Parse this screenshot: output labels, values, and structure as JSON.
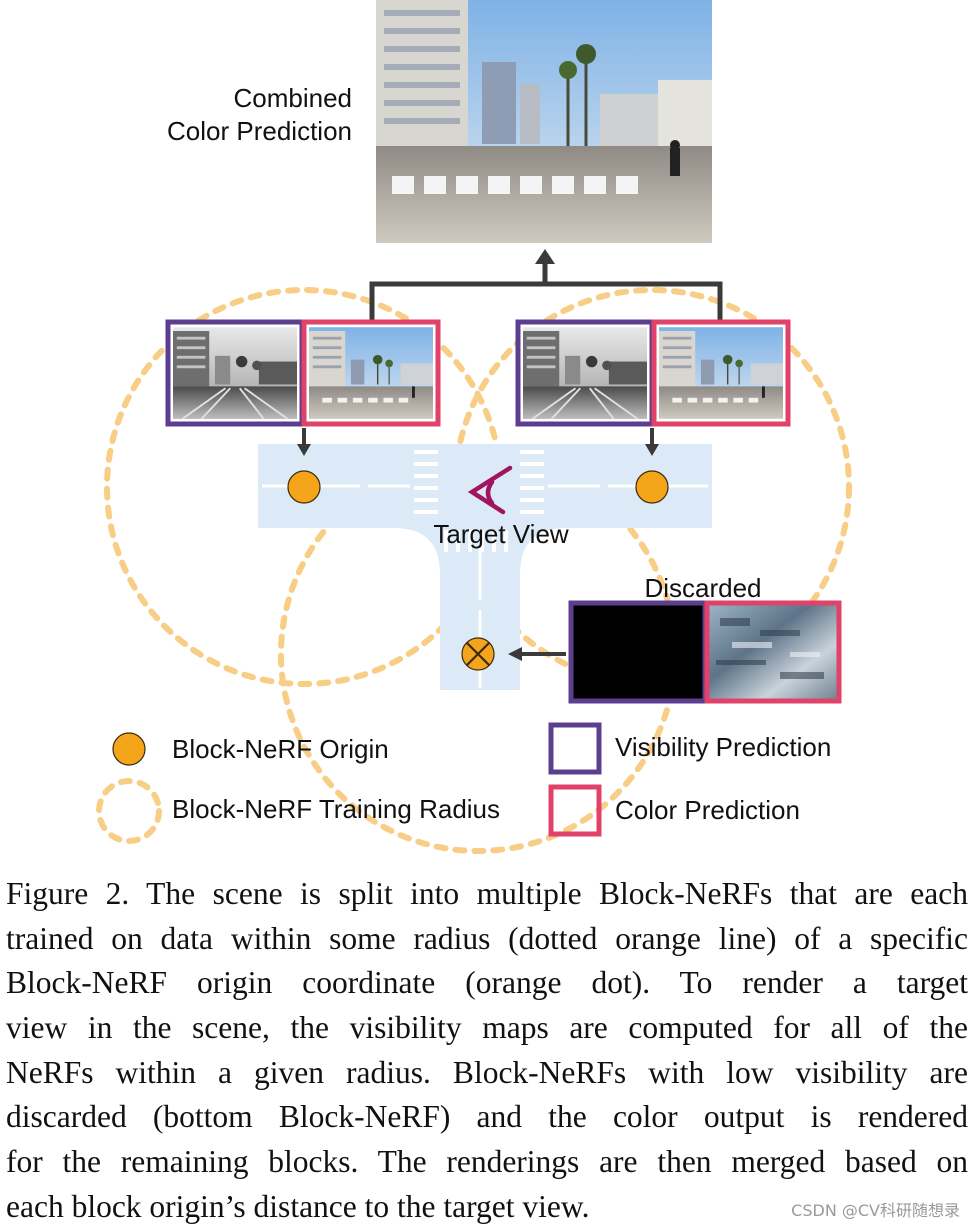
{
  "figure": {
    "combined_label_line1": "Combined",
    "combined_label_line2": "Color Prediction",
    "target_view_label": "Target View",
    "discarded_label": "Discarded",
    "legend": {
      "origin_label": "Block-NeRF Origin",
      "radius_label": "Block-NeRF Training Radius",
      "visibility_label": "Visibility Prediction",
      "color_label": "Color Prediction"
    },
    "colors": {
      "origin_orange": "#f5a51a",
      "radius_orange": "#f8cd86",
      "visibility_purple": "#5b3f8e",
      "color_pink": "#e0426a",
      "road_blue": "#dbeaf6",
      "target_magenta": "#a0155f",
      "arrow_gray": "#3a3a3a"
    }
  },
  "caption": {
    "lines": [
      "Figure 2. The scene is split into multiple Block-NeRFs that are each",
      "trained on data within some radius (dotted orange line) of a specific",
      "Block-NeRF origin coordinate (orange dot). To render a target",
      "view in the scene, the visibility maps are computed for all of the",
      "NeRFs within a given radius. Block-NeRFs with low visibility are",
      "discarded (bottom Block-NeRF) and the color output is rendered",
      "for the remaining blocks. The renderings are then merged based on",
      "each block origin’s distance to the target view."
    ]
  },
  "watermark": "CSDN @CV科研随想录"
}
